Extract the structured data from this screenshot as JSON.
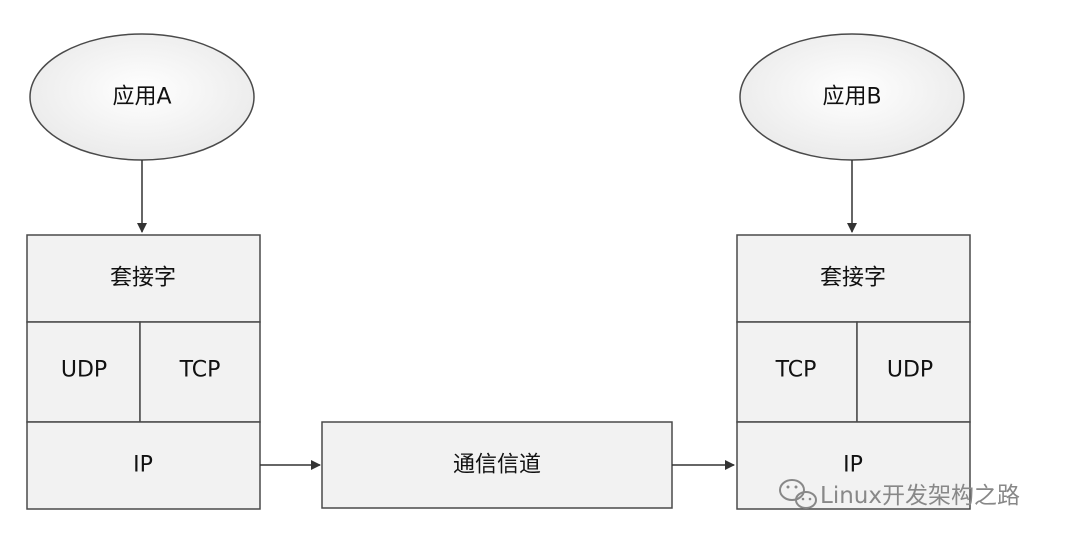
{
  "diagram": {
    "left_stack": {
      "app": "应用A",
      "socket": "套接字",
      "transport_left": "UDP",
      "transport_right": "TCP",
      "network": "IP"
    },
    "right_stack": {
      "app": "应用B",
      "socket": "套接字",
      "transport_left": "TCP",
      "transport_right": "UDP",
      "network": "IP"
    },
    "channel": "通信信道"
  },
  "watermark": {
    "text": "Linux开发架构之路",
    "icon": "wechat-icon"
  },
  "colors": {
    "box_fill": "#f2f2f2",
    "box_stroke": "#4a4a4a",
    "ellipse_fill": "#f0f0f0",
    "arrow": "#333333",
    "watermark": "#888888"
  }
}
